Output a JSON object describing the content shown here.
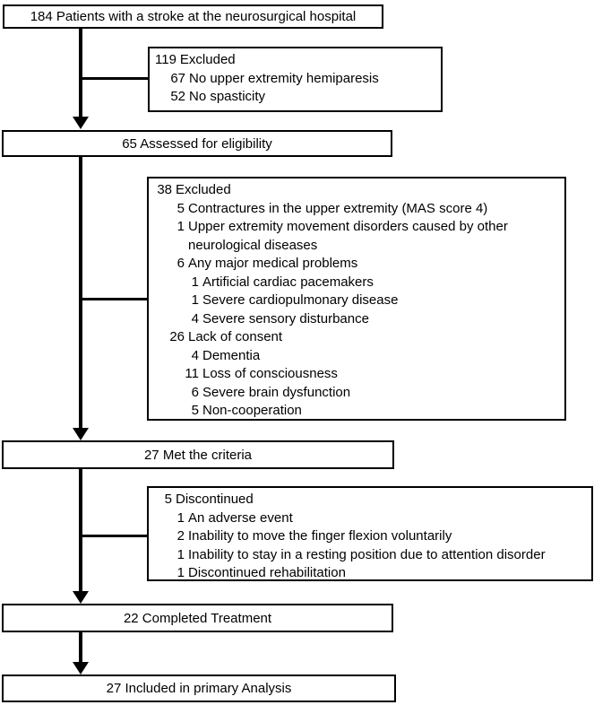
{
  "flow": {
    "main_boxes": [
      {
        "name": "screened",
        "text": "184 Patients with a stroke at the neurosurgical hospital"
      },
      {
        "name": "assessed",
        "text": "65 Assessed for eligibility"
      },
      {
        "name": "met_criteria",
        "text": "27 Met the criteria"
      },
      {
        "name": "completed",
        "text": "22 Completed Treatment"
      },
      {
        "name": "analyzed",
        "text": "27 Included in primary Analysis"
      }
    ],
    "side_boxes": [
      {
        "name": "excluded_screening",
        "lines": [
          {
            "num": "119",
            "text": "Excluded",
            "indent": 0
          },
          {
            "num": "67",
            "text": "No upper extremity hemiparesis",
            "indent": 1
          },
          {
            "num": "52",
            "text": "No spasticity",
            "indent": 1
          }
        ]
      },
      {
        "name": "excluded_eligibility",
        "lines": [
          {
            "num": "38",
            "text": "Excluded",
            "indent": 0
          },
          {
            "num": "5",
            "text": "Contractures in the upper extremity (MAS score 4)",
            "indent": 1
          },
          {
            "num": "1",
            "text": "Upper extremity movement disorders caused by other neurological diseases",
            "indent": 1
          },
          {
            "num": "6",
            "text": "Any major medical problems",
            "indent": 1
          },
          {
            "num": "1",
            "text": "Artificial cardiac pacemakers",
            "indent": 2
          },
          {
            "num": "1",
            "text": "Severe cardiopulmonary disease",
            "indent": 2
          },
          {
            "num": "4",
            "text": "Severe sensory disturbance",
            "indent": 2
          },
          {
            "num": "26",
            "text": "Lack of consent",
            "indent": 1
          },
          {
            "num": "4",
            "text": "Dementia",
            "indent": 2
          },
          {
            "num": "11",
            "text": "Loss of consciousness",
            "indent": 2
          },
          {
            "num": "6",
            "text": "Severe brain dysfunction",
            "indent": 2
          },
          {
            "num": "5",
            "text": "Non-cooperation",
            "indent": 2
          }
        ]
      },
      {
        "name": "discontinued",
        "lines": [
          {
            "num": "5",
            "text": "Discontinued",
            "indent": 0
          },
          {
            "num": "1",
            "text": "An adverse event",
            "indent": 1
          },
          {
            "num": "2",
            "text": "Inability to move the finger flexion voluntarily",
            "indent": 1
          },
          {
            "num": "1",
            "text": "Inability to stay in a resting position due to attention disorder",
            "indent": 1
          },
          {
            "num": "1",
            "text": "Discontinued rehabilitation",
            "indent": 1
          }
        ]
      }
    ]
  },
  "colors": {
    "line": "#000000",
    "background": "#ffffff",
    "text": "#000000"
  }
}
